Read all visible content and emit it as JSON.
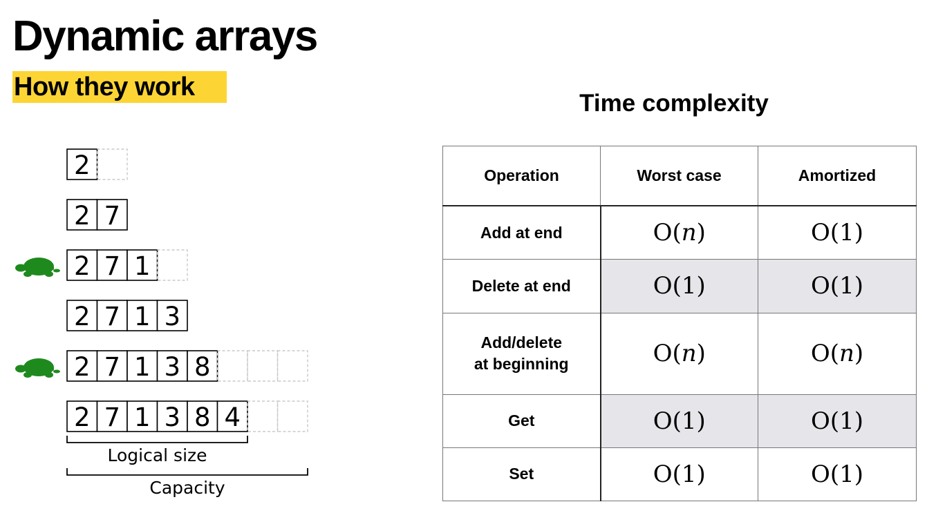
{
  "title": "Dynamic arrays",
  "subtitle": "How they work",
  "diagram": {
    "rows": [
      {
        "values": [
          "2"
        ],
        "capacity": 2,
        "resize": false
      },
      {
        "values": [
          "2",
          "7"
        ],
        "capacity": 2,
        "resize": false
      },
      {
        "values": [
          "2",
          "7",
          "1"
        ],
        "capacity": 4,
        "resize": true
      },
      {
        "values": [
          "2",
          "7",
          "1",
          "3"
        ],
        "capacity": 4,
        "resize": false
      },
      {
        "values": [
          "2",
          "7",
          "1",
          "3",
          "8"
        ],
        "capacity": 8,
        "resize": true
      },
      {
        "values": [
          "2",
          "7",
          "1",
          "3",
          "8",
          "4"
        ],
        "capacity": 8,
        "resize": false
      }
    ],
    "resize_icon": "turtle-icon",
    "turtle_color": "#1e8a1e",
    "logical_size_label": "Logical size",
    "capacity_label": "Capacity"
  },
  "complexity": {
    "title": "Time complexity",
    "headers": {
      "operation": "Operation",
      "worst": "Worst case",
      "amortized": "Amortized"
    },
    "rows": [
      {
        "operation": "Add at end",
        "worst": "n",
        "amortized": "1",
        "shaded": false
      },
      {
        "operation": "Delete at end",
        "worst": "1",
        "amortized": "1",
        "shaded": true
      },
      {
        "operation": "Add/delete\nat beginning",
        "worst": "n",
        "amortized": "n",
        "shaded": false
      },
      {
        "operation": "Get",
        "worst": "1",
        "amortized": "1",
        "shaded": true
      },
      {
        "operation": "Set",
        "worst": "1",
        "amortized": "1",
        "shaded": false
      }
    ],
    "shade_color": "#e6e5e9"
  }
}
